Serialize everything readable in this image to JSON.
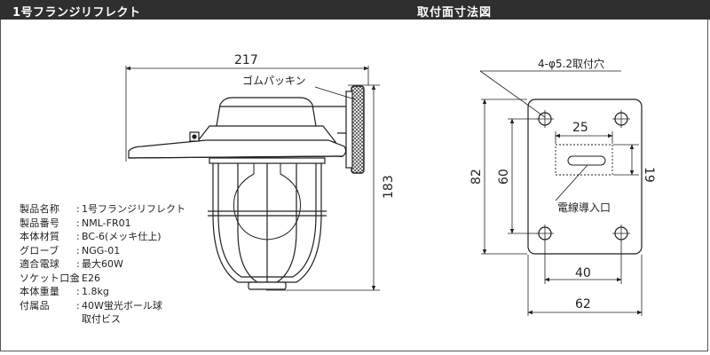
{
  "header": {
    "left_title": "1号フランジリフレクト",
    "right_title": "取付面寸法図"
  },
  "drawing_left": {
    "width_dim": "217",
    "height_dim": "183",
    "gasket_label": "ゴムパッキン"
  },
  "drawing_right": {
    "holes_label": "4-φ5.2取付穴",
    "dim_25": "25",
    "dim_19": "19",
    "dim_82": "82",
    "dim_60": "60",
    "dim_40": "40",
    "dim_62": "62",
    "wire_label": "電線導入口"
  },
  "specs": [
    {
      "label": "製品名称",
      "value": "1号フランジリフレクト"
    },
    {
      "label": "製品番号",
      "value": "NML-FR01"
    },
    {
      "label": "本体材質",
      "value": "BC-6(メッキ仕上)"
    },
    {
      "label": "グローブ",
      "value": "NGG-01"
    },
    {
      "label": "適合電球",
      "value": "最大60W"
    },
    {
      "label": "ソケット口金",
      "value": "E26"
    },
    {
      "label": "本体重量",
      "value": "1.8kg"
    },
    {
      "label": "付属品",
      "value": "40W蛍光ボール球"
    },
    {
      "label": "",
      "value": "取付ビス"
    }
  ]
}
